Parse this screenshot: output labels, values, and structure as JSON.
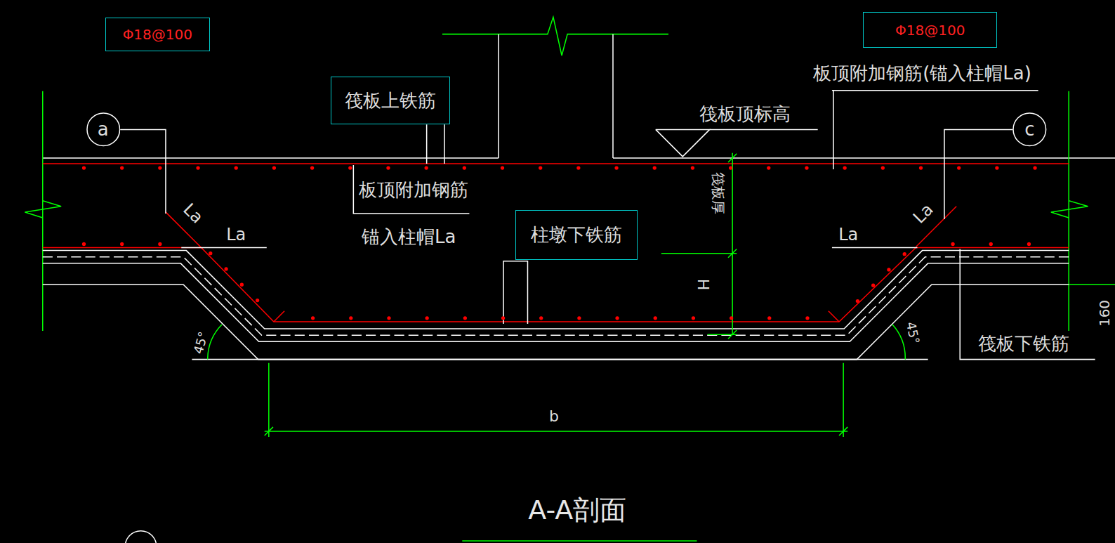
{
  "diagram": {
    "caption": "A-A剖面",
    "nodes": [
      {
        "text": [
          "Φ18@100"
        ]
      },
      {
        "text": [
          "Φ18@100"
        ]
      },
      {
        "text": [
          "筏板上铁筋"
        ]
      },
      {
        "text": [
          "a"
        ]
      },
      {
        "text": [
          "c"
        ]
      },
      {
        "text": [
          "柱墩下铁筋"
        ]
      }
    ],
    "labels": [
      "板顶附加钢筋(锚入柱帽La)",
      "筏板顶标高",
      "板顶附加钢筋",
      "锚入柱帽La",
      "La",
      "La",
      "La",
      "La",
      "筏板厚",
      "H",
      "45°",
      "45°",
      "b",
      "160",
      "筏板下铁筋"
    ]
  }
}
